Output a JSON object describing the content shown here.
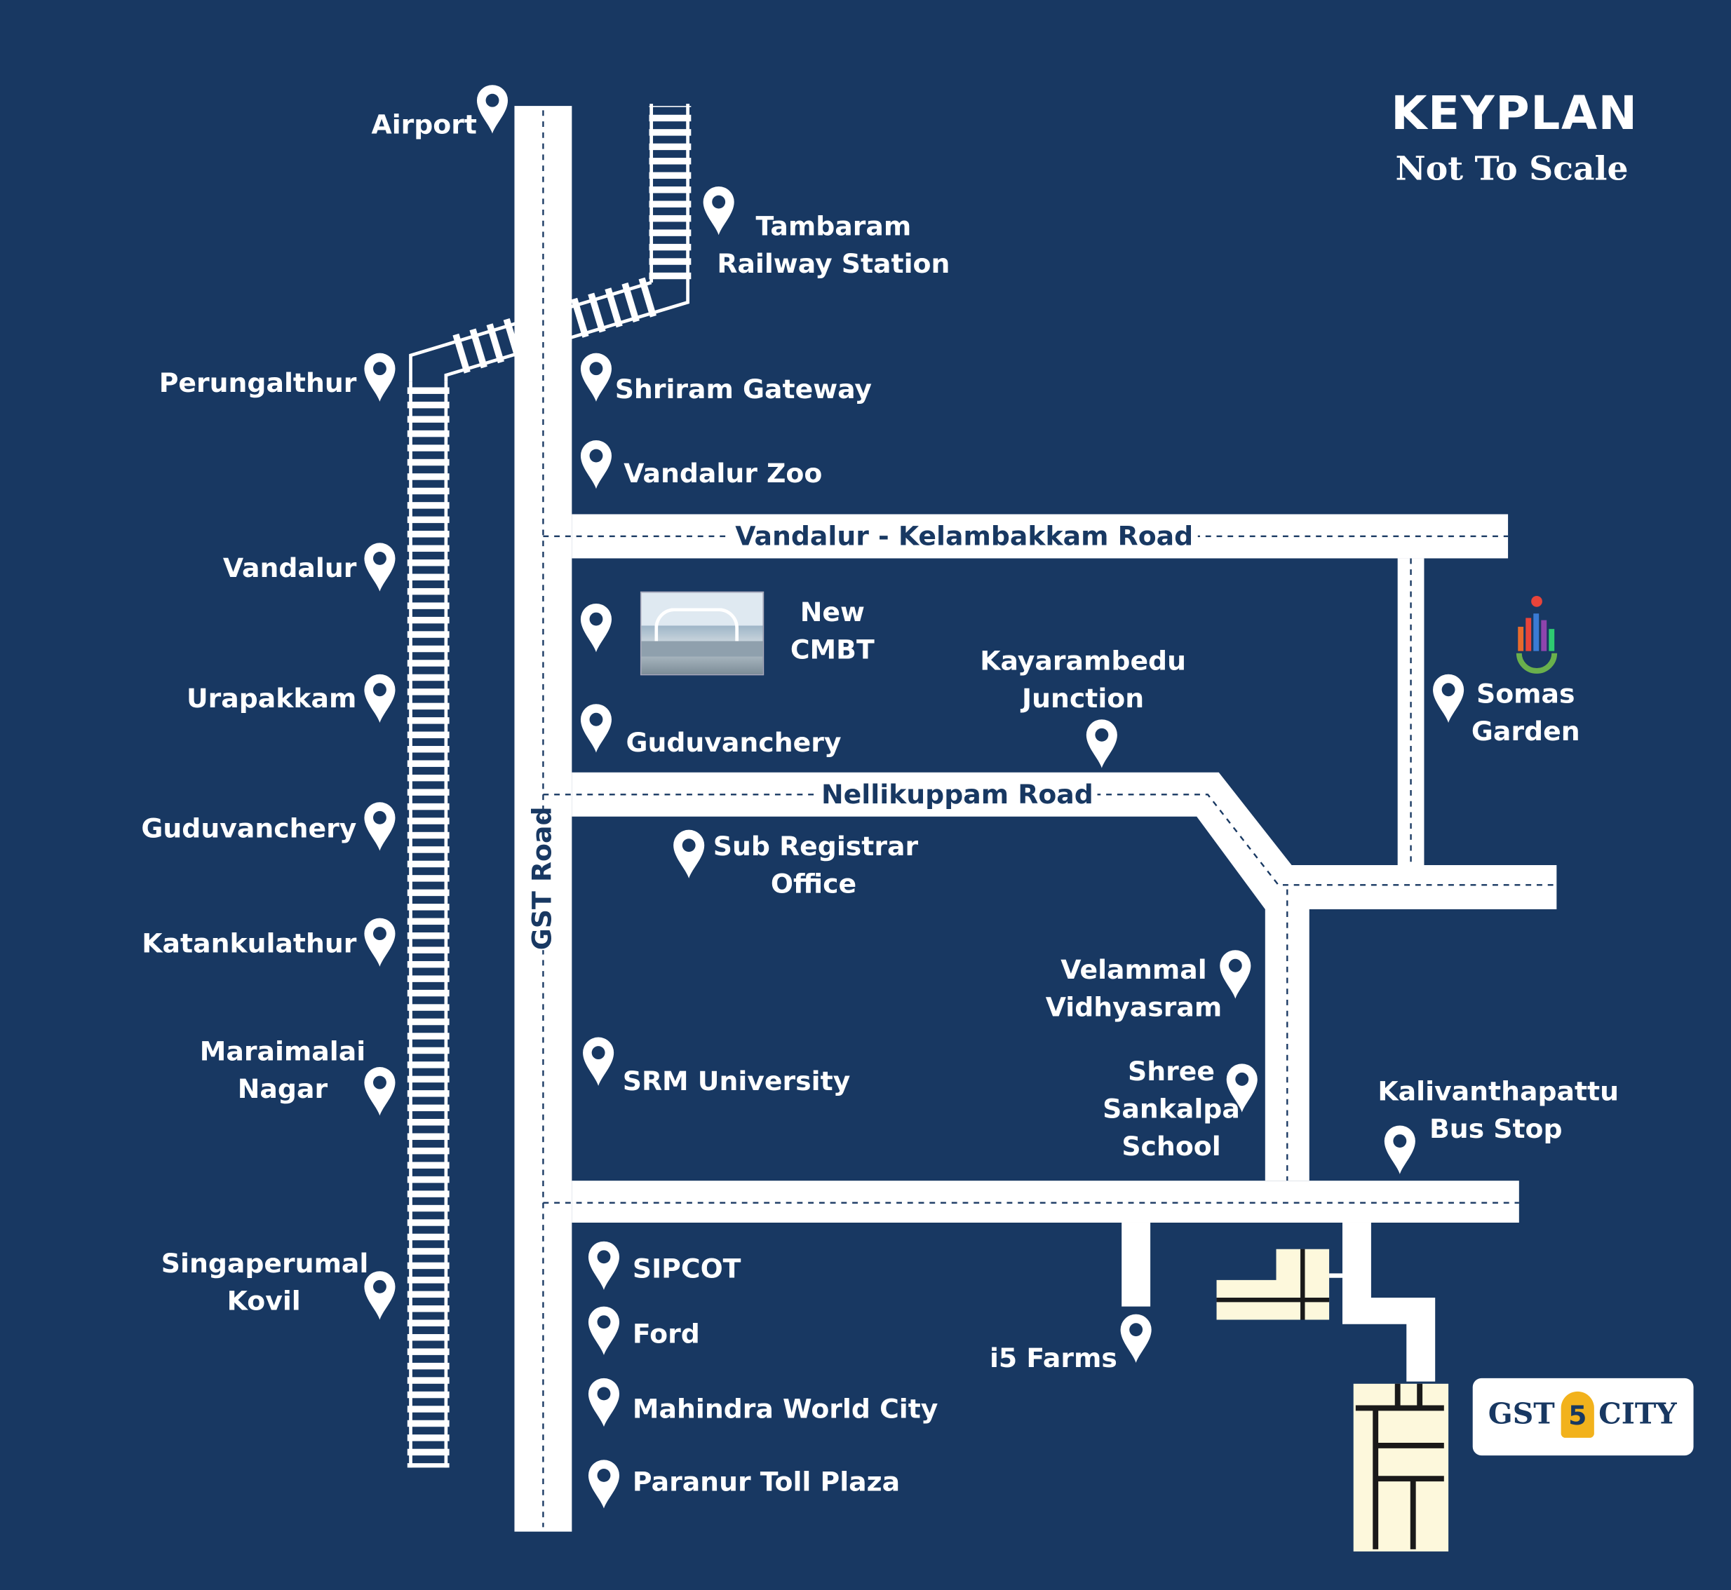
{
  "header": {
    "title": "KEYPLAN",
    "subtitle": "Not To Scale"
  },
  "roads": {
    "gst": "GST Road",
    "vandalur_kelambakkam": "Vandalur - Kelambakkam Road",
    "nellikuppam": "Nellikuppam Road"
  },
  "rail_stations": {
    "airport": "Airport",
    "perungalthur": "Perungalthur",
    "vandalur": "Vandalur",
    "urapakkam": "Urapakkam",
    "guduvanchery": "Guduvanchery",
    "katankulathur": "Katankulathur",
    "maraimalai_nagar": [
      "Maraimalai",
      "Nagar"
    ],
    "singaperumal_kovil": [
      "Singaperumal",
      "Kovil"
    ]
  },
  "landmarks": {
    "tambaram": [
      "Tambaram",
      "Railway Station"
    ],
    "shriram_gateway": "Shriram Gateway",
    "vandalur_zoo": "Vandalur Zoo",
    "new_cmbt": [
      "New",
      "CMBT"
    ],
    "guduvanchery": "Guduvanchery",
    "kayarambedu": [
      "Kayarambedu",
      "Junction"
    ],
    "somas_garden": [
      "Somas",
      "Garden"
    ],
    "sub_registrar": [
      "Sub Registrar",
      "Office"
    ],
    "velammal": [
      "Velammal",
      "Vidhyasram"
    ],
    "srm": "SRM University",
    "shree_sankalpa": [
      "Shree",
      "Sankalpa",
      "School"
    ],
    "kalivanthapattu": [
      "Kalivanthapattu",
      "Bus Stop"
    ],
    "sipcot": "SIPCOT",
    "ford": "Ford",
    "mahindra": "Mahindra World City",
    "paranur": "Paranur Toll Plaza",
    "i5_farms": "i5 Farms"
  },
  "project": {
    "left": "GST",
    "mark": "5",
    "right": "CITY"
  },
  "colors": {
    "background": "#183862",
    "road": "#ffffff",
    "plot": "#fdf8dc",
    "pin": "#ffffff"
  }
}
